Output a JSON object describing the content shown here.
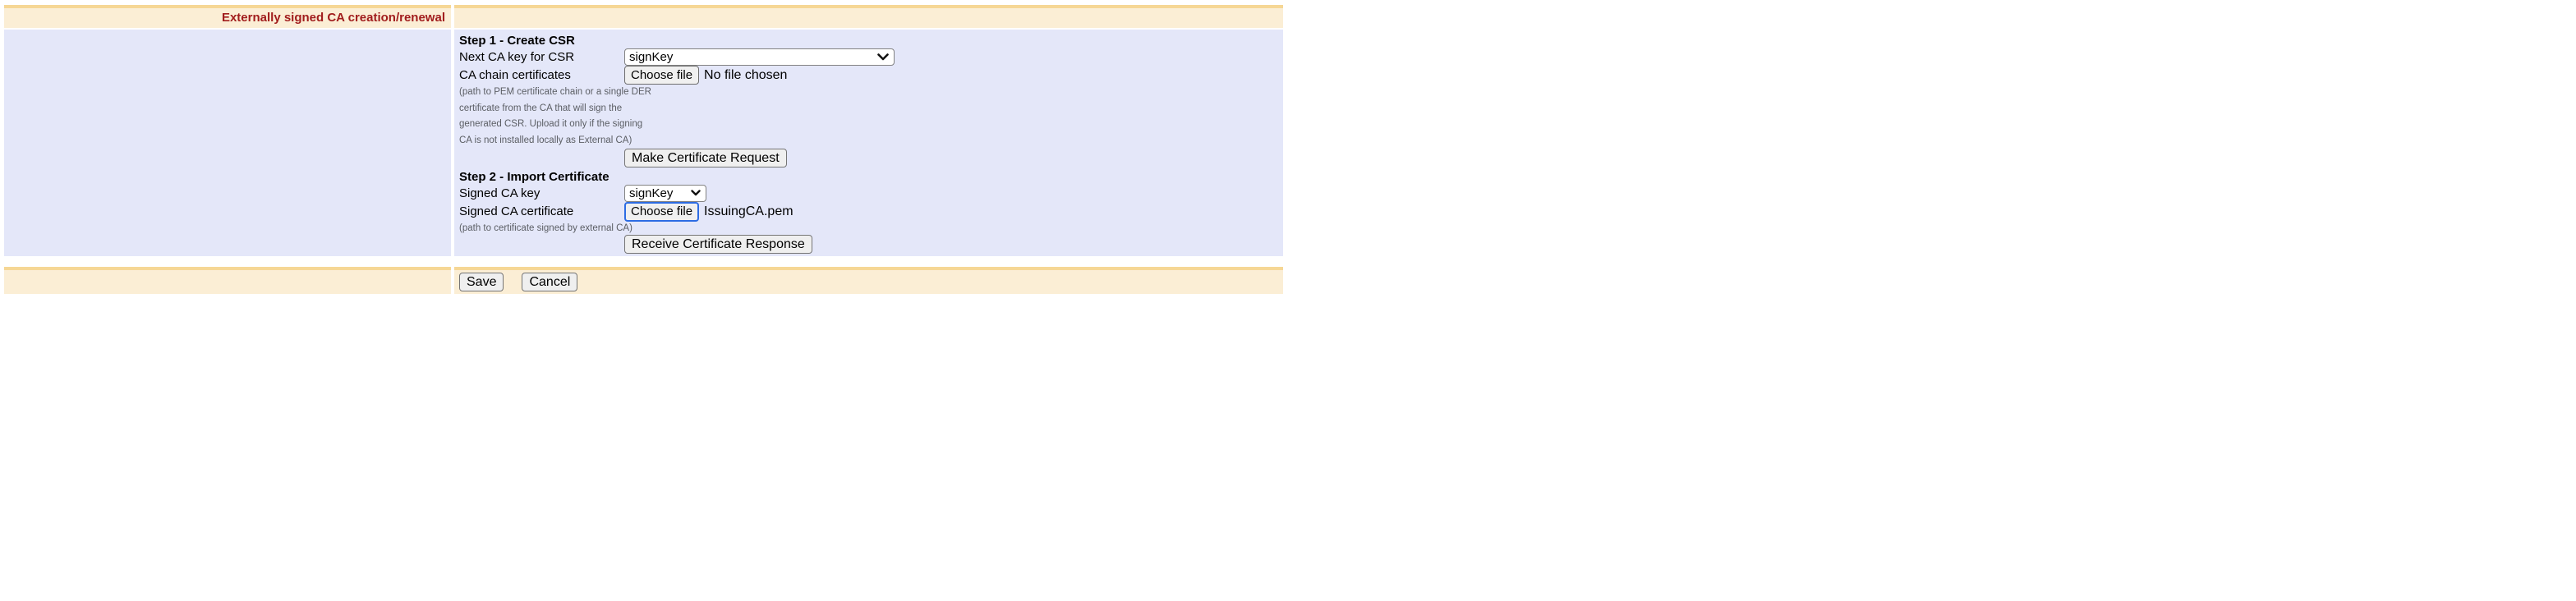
{
  "header": {
    "title": "Externally signed CA creation/renewal"
  },
  "colors": {
    "header_text": "#a11d1d",
    "row_beige": "#fbeed5",
    "row_beige_band": "#f6d795",
    "row_lavender": "#e4e7f9",
    "focus_ring": "#2d6ce3",
    "button_bg": "#efefef"
  },
  "step1": {
    "heading": "Step 1 - Create CSR",
    "next_ca_key_label": "Next CA key for CSR",
    "next_ca_key_value": "signKey",
    "ca_chain_label": "CA chain certificates",
    "choose_file_label": "Choose file",
    "ca_chain_file_status": "No file chosen",
    "help_lines": {
      "0": "(path to PEM certificate chain or a single DER",
      "1": "certificate from the CA that will sign the",
      "2": "generated CSR. Upload it only if the signing",
      "3": "CA is not installed locally as External CA)"
    },
    "make_request_button": "Make Certificate Request"
  },
  "step2": {
    "heading": "Step 2 - Import Certificate",
    "signed_key_label": "Signed CA key",
    "signed_key_value": "signKey",
    "signed_cert_label": "Signed CA certificate",
    "choose_file_label": "Choose file",
    "signed_cert_file_status": "IssuingCA.pem",
    "help_text": "(path to certificate signed by external CA)",
    "receive_response_button": "Receive Certificate Response"
  },
  "footer": {
    "save_label": "Save",
    "cancel_label": "Cancel"
  }
}
